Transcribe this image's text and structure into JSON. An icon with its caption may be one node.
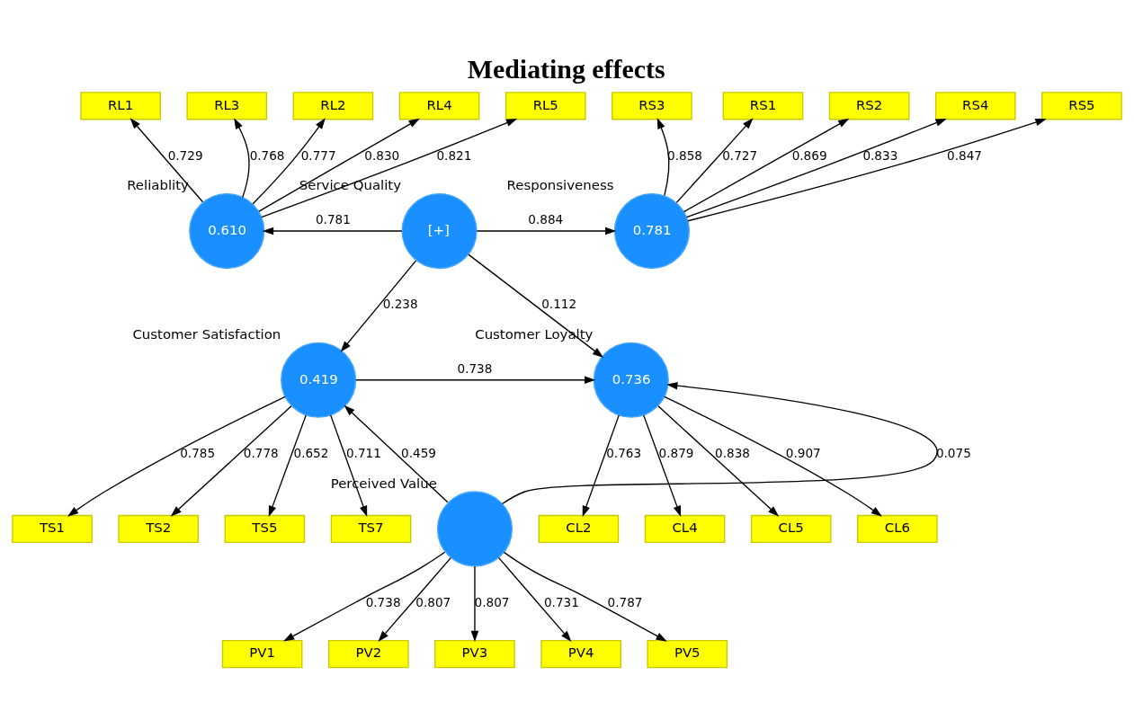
{
  "diagram": {
    "title": "Mediating effects",
    "nodes": [
      {
        "text": [
          "RL1"
        ]
      },
      {
        "text": [
          "RL2"
        ]
      },
      {
        "text": [
          "RL3"
        ]
      },
      {
        "text": [
          "RL4"
        ]
      },
      {
        "text": [
          "RL5"
        ]
      },
      {
        "text": [
          "RS1"
        ]
      },
      {
        "text": [
          "RS2"
        ]
      },
      {
        "text": [
          "RS3"
        ]
      },
      {
        "text": [
          "RS4"
        ]
      },
      {
        "text": [
          "RS5"
        ]
      },
      {
        "text": [
          "0.610"
        ],
        "beside": [
          "Reliablity"
        ]
      },
      {
        "text": [
          "[+]"
        ],
        "beside": [
          "Service Quality"
        ]
      },
      {
        "text": [
          "0.781"
        ],
        "beside": [
          "Responsiveness"
        ]
      },
      {
        "text": [
          "CL2"
        ]
      },
      {
        "text": [
          "TS1"
        ]
      },
      {
        "text": [
          "TS2"
        ]
      },
      {
        "text": [
          "0.419"
        ],
        "beside": [
          "Customer Satisfaction"
        ]
      },
      {
        "text": [
          "0.736"
        ],
        "beside": [
          "Customer Loyalty"
        ]
      },
      {
        "text": [
          "CL4"
        ]
      },
      {
        "text": [
          "TS5"
        ]
      },
      {
        "text": [
          "CL5"
        ]
      },
      {
        "text": [
          "TS7"
        ]
      },
      {
        "text": [
          "CL6"
        ]
      },
      {
        "text": [],
        "shape": "circle",
        "beside": [
          "Perceived Value"
        ]
      },
      {
        "text": [
          "PV1"
        ]
      },
      {
        "text": [
          "PV2"
        ]
      },
      {
        "text": [
          "PV3"
        ]
      },
      {
        "text": [
          "PV4"
        ]
      },
      {
        "text": [
          "PV5"
        ]
      }
    ],
    "edges": [
      {
        "from": 10,
        "to": 0,
        "arrow": "to",
        "label": "0.729"
      },
      {
        "from": 10,
        "to": 1,
        "arrow": "to",
        "label": "0.777"
      },
      {
        "from": 10,
        "to": 2,
        "arrow": "to",
        "label": "0.768"
      },
      {
        "from": 10,
        "to": 3,
        "arrow": "to",
        "label": "0.830"
      },
      {
        "from": 10,
        "to": 4,
        "arrow": "to",
        "label": "0.821"
      },
      {
        "from": 12,
        "to": 5,
        "arrow": "to",
        "label": "0.727"
      },
      {
        "from": 12,
        "to": 6,
        "arrow": "to",
        "label": "0.869"
      },
      {
        "from": 12,
        "to": 7,
        "arrow": "to",
        "label": "0.858"
      },
      {
        "from": 12,
        "to": 8,
        "arrow": "to",
        "label": "0.833"
      },
      {
        "from": 12,
        "to": 9,
        "arrow": "to",
        "label": "0.847"
      },
      {
        "from": 11,
        "to": 10,
        "arrow": "to",
        "label": "0.781"
      },
      {
        "from": 11,
        "to": 12,
        "arrow": "to",
        "label": "0.884"
      },
      {
        "from": 11,
        "to": 16,
        "arrow": "to",
        "label": "0.238"
      },
      {
        "from": 11,
        "to": 17,
        "arrow": "to",
        "label": "0.112"
      },
      {
        "from": 17,
        "to": 13,
        "arrow": "to",
        "label": "0.763"
      },
      {
        "from": 16,
        "to": 14,
        "arrow": "to",
        "label": "0.785"
      },
      {
        "from": 16,
        "to": 15,
        "arrow": "to",
        "label": "0.778"
      },
      {
        "from": 16,
        "to": 19,
        "arrow": "to",
        "label": "0.652"
      },
      {
        "from": 16,
        "to": 21,
        "arrow": "to",
        "label": "0.711"
      },
      {
        "from": 16,
        "to": 17,
        "arrow": "to",
        "label": "0.738"
      },
      {
        "from": 17,
        "to": 18,
        "arrow": "to",
        "label": "0.879"
      },
      {
        "from": 17,
        "to": 20,
        "arrow": "to",
        "label": "0.838"
      },
      {
        "from": 17,
        "to": 22,
        "arrow": "to",
        "label": "0.907"
      },
      {
        "from": 23,
        "to": 16,
        "arrow": "to",
        "label": "0.459"
      },
      {
        "from": 23,
        "to": 17,
        "arrow": "to",
        "label": "0.075"
      },
      {
        "from": 23,
        "to": 24,
        "arrow": "to",
        "label": "0.738"
      },
      {
        "from": 23,
        "to": 25,
        "arrow": "to",
        "label": "0.807"
      },
      {
        "from": 23,
        "to": 26,
        "arrow": "to",
        "label": "0.807"
      },
      {
        "from": 23,
        "to": 27,
        "arrow": "to",
        "label": "0.731"
      },
      {
        "from": 23,
        "to": 28,
        "arrow": "to",
        "label": "0.787"
      }
    ]
  }
}
